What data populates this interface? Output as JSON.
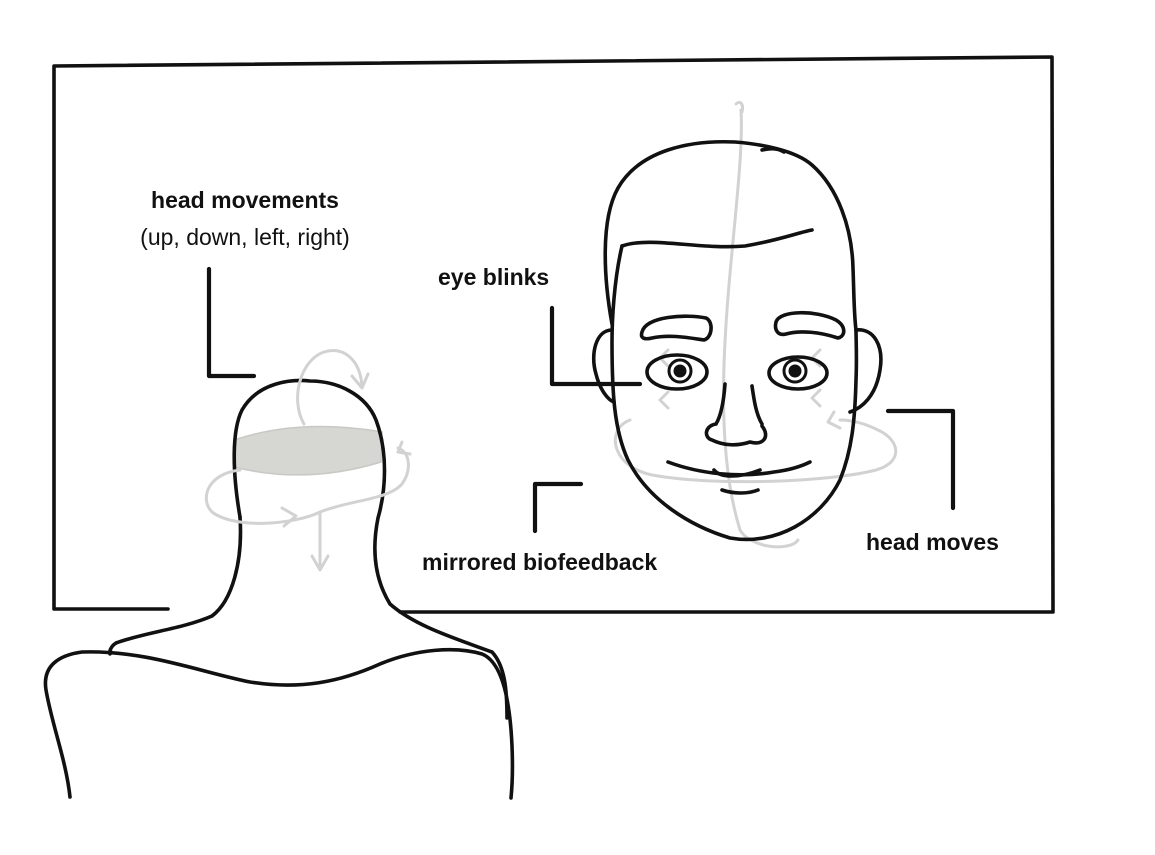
{
  "labels": {
    "head_movements": "head movements",
    "head_movements_detail": "(up, down, left, right)",
    "eye_blinks": "eye blinks",
    "mirrored_biofeedback": "mirrored biofeedback",
    "head_moves": "head moves"
  },
  "colors": {
    "ink": "#111111",
    "motion_arrows": "#d2d2d2",
    "headband": "#d6d6d2",
    "background": "#ffffff"
  },
  "icons": {
    "viewer": "person-back-of-head-icon",
    "avatar": "avatar-face-icon",
    "motion": "rotation-arrow-icon"
  }
}
